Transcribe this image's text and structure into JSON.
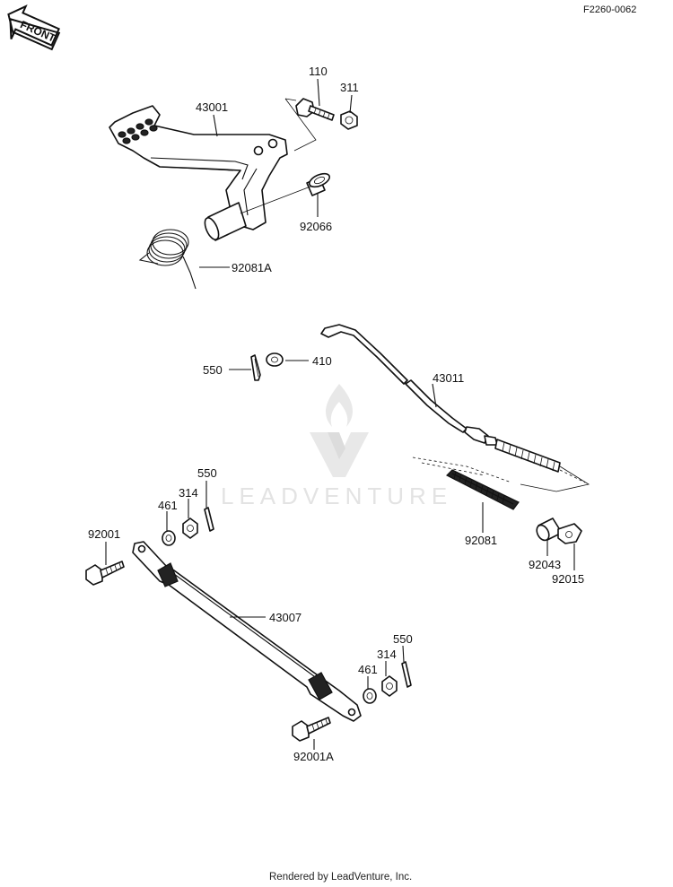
{
  "diagram_code": "F2260-0062",
  "front_label": "FRONT",
  "watermark": "LEADVENTURE",
  "footer": "Rendered by LeadVenture, Inc.",
  "labels": {
    "p110": "110",
    "p311": "311",
    "p43001": "43001",
    "p92066": "92066",
    "p92081A": "92081A",
    "p550_top": "550",
    "p410": "410",
    "p43011": "43011",
    "p550_mid": "550",
    "p314_mid": "314",
    "p461_mid": "461",
    "p92001": "92001",
    "p92081": "92081",
    "p92043": "92043",
    "p92015": "92015",
    "p43007": "43007",
    "p550_bot": "550",
    "p314_bot": "314",
    "p461_bot": "461",
    "p92001A": "92001A"
  }
}
